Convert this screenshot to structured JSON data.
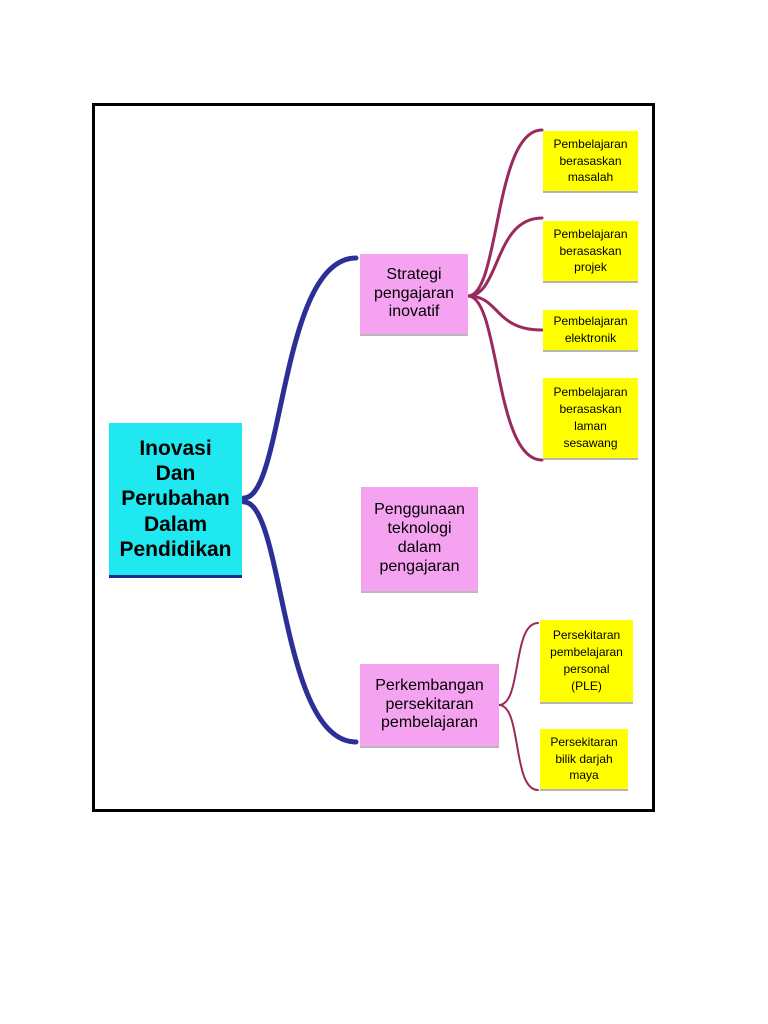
{
  "root": {
    "lines": [
      "Inovasi",
      "Dan",
      "Perubahan",
      "Dalam",
      "Pendidikan"
    ]
  },
  "branches": [
    {
      "lines": [
        "Strategi",
        "pengajaran",
        "inovatif"
      ],
      "children": [
        {
          "lines": [
            "Pembelajaran",
            "berasaskan",
            "masalah"
          ]
        },
        {
          "lines": [
            "Pembelajaran",
            "berasaskan",
            "projek"
          ]
        },
        {
          "lines": [
            "Pembelajaran",
            "elektronik"
          ]
        },
        {
          "lines": [
            "Pembelajaran",
            "berasaskan",
            "laman",
            "sesawang"
          ]
        }
      ]
    },
    {
      "lines": [
        "Penggunaan",
        "teknologi",
        "dalam",
        "pengajaran"
      ],
      "children": []
    },
    {
      "lines": [
        "Perkembangan",
        "persekitaran",
        "pembelajaran"
      ],
      "children": [
        {
          "lines": [
            "Persekitaran",
            "pembelajaran",
            "personal",
            "(PLE)"
          ]
        },
        {
          "lines": [
            "Persekitaran",
            "bilik darjah",
            "maya"
          ]
        }
      ]
    }
  ],
  "colors": {
    "root_fill": "#20e8f0",
    "branch_fill": "#f5a3f0",
    "leaf_fill": "#ffff00",
    "root_connector": "#2b2f96",
    "branch_connector": "#9a2a5e"
  }
}
